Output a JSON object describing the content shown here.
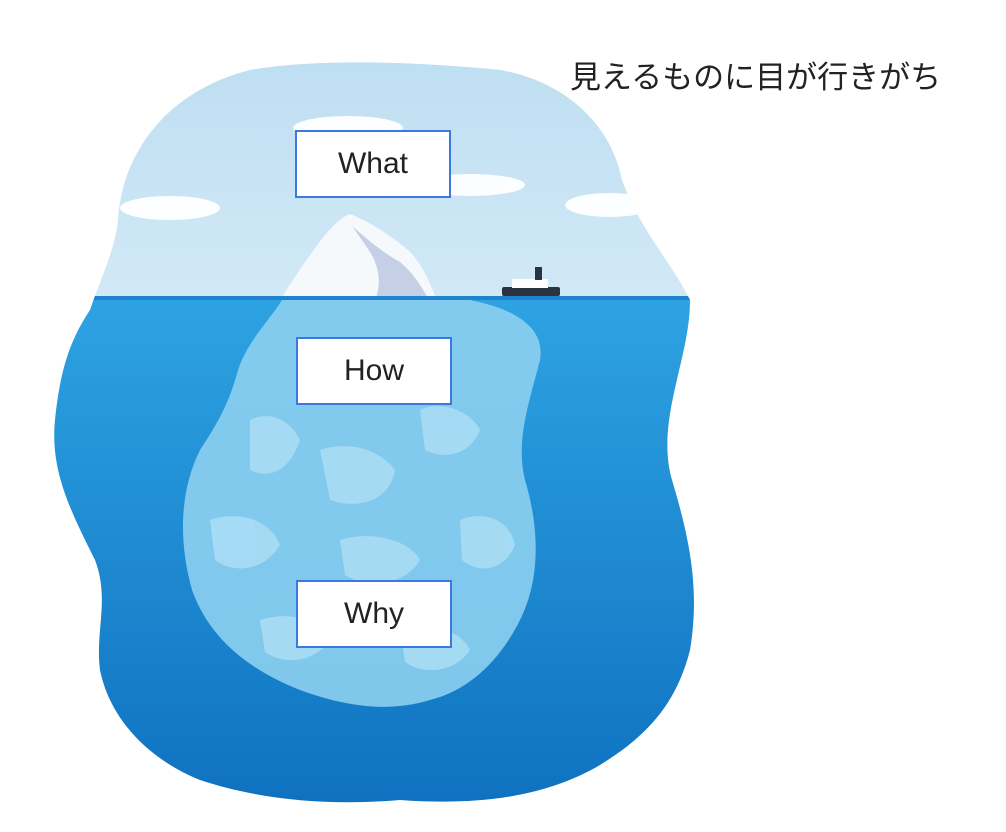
{
  "caption": "見えるものに目が行きがち",
  "levels": {
    "what": "What",
    "how": "How",
    "why": "Why"
  },
  "colors": {
    "sky": "#c6e3f3",
    "sea_top": "#2b9fe0",
    "sea_bottom": "#0f74c4",
    "iceberg_above": "#f6f9fc",
    "iceberg_below": "#8ccff0",
    "box_border": "#3b78e0"
  }
}
